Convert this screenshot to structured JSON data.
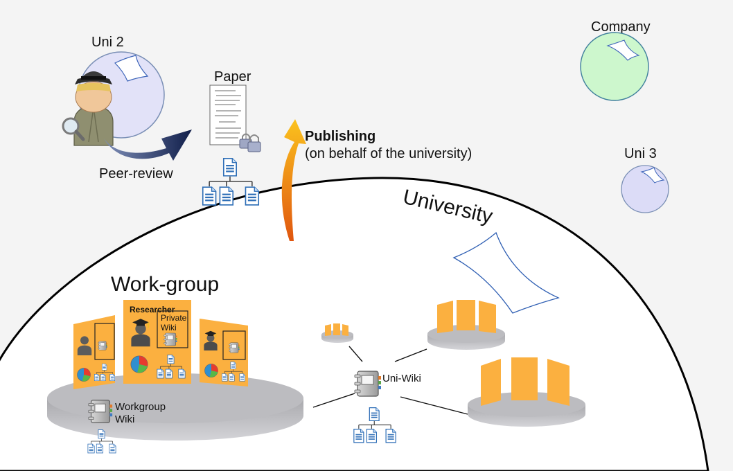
{
  "labels": {
    "uni2": "Uni 2",
    "paper": "Paper",
    "company": "Company",
    "uni3": "Uni 3",
    "publishing_bold": "Publishing",
    "publishing_sub": "(on behalf of the university)",
    "peer_review": "Peer-review",
    "university": "University",
    "workgroup": "Work-group",
    "researcher": "Researcher",
    "private_wiki_1": "Private",
    "private_wiki_2": "Wiki",
    "workgroup_wiki_1": "Workgroup",
    "workgroup_wiki_2": "Wiki",
    "uni_wiki": "Uni-Wiki"
  },
  "colors": {
    "background": "#f4f4f4",
    "uni2_circle": "#e2e2f8",
    "company_circle": "#cdf7cd",
    "uni3_circle": "#dcdcf7",
    "panel_orange": "#fbb040",
    "disc_gray": "#b9b9bd",
    "peer_arrow": "#1b2a57",
    "publish_arrow": "#f39a1e"
  },
  "icons": [
    "detective-avatar-icon",
    "magnifier-icon",
    "paper-document-icon",
    "lock-icon",
    "document-tree-icon",
    "wiki-binder-icon",
    "researcher-avatar-icon",
    "pie-chart-icon",
    "sail-shape-icon"
  ]
}
